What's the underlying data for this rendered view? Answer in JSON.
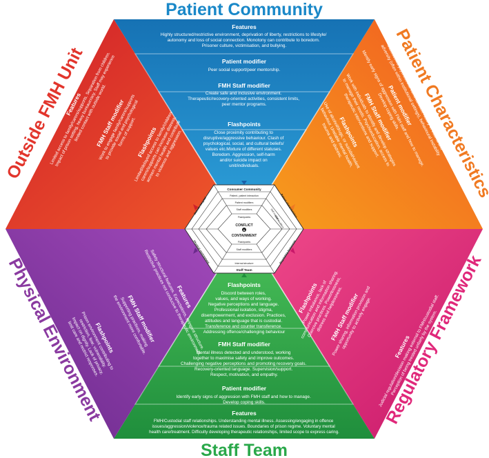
{
  "colors": {
    "blue": "#1a88c8",
    "orange": "#f07a22",
    "magenta": "#e0287a",
    "green": "#2aa84a",
    "purple": "#8a3aa0",
    "red": "#e2352c"
  },
  "titles": {
    "top": "Patient Community",
    "upper_right": "Patient Characteristics",
    "lower_right": "Regulatory Framework",
    "bottom": "Staff Team",
    "lower_left": "Physical Environment",
    "upper_left": "Outside FMH Unit"
  },
  "community": {
    "features_h": "Features",
    "features_t": [
      "Highly structured/restrictive environment, deprivation of liberty, restrictions to lifestyle/",
      "autonomy and loss of social connection. Monotony can contribute to boredom.",
      "Prisoner culture, victimisation, and bullying."
    ],
    "patient_h": "Patient modifier",
    "patient_t": [
      "Peer social support/peer mentorship."
    ],
    "staff_h": "FMH Staff modifier",
    "staff_t": [
      "Create safe and inclusive environment.",
      "Therapeutic/recovery-oriented activities, consistent limits,",
      "peer mentor programs."
    ],
    "flash_h": "Flashpoints",
    "flash_t": [
      "Close proximity contributing to",
      "disruptive/aggressive behaviour. Clash of",
      "psychological, social, and cultural beliefs/",
      "values etc.Mixture of different statuses.",
      "Boredom. Aggression, self-harm",
      "and/or suicide impact on",
      "unit/individuals."
    ]
  },
  "staffteam": {
    "flash_h": "Flashpoints",
    "flash_t": [
      "Discord between roles,",
      "values, and ways of working.",
      "Negative perceptions and language.",
      "Professional isolation, stigma,",
      "disempowerment, and exclusion. Practices,",
      "attitudes and language that is custodial.",
      "Transference and counter transference.",
      "Addressing offence/challenging behaviour"
    ],
    "staff_h": "FMH Staff modifier",
    "staff_t": [
      "Mental illness detected and understood, working",
      "together to maximise safety and improve outcomes.",
      "Challenging negative perceptions and promoting recovery goals.",
      "Recovery-oriented language. Supervision/support.",
      "Respect, motivation, and empathy."
    ],
    "patient_h": "Patient modifier",
    "patient_t": [
      "Identify early signs of aggression with FMH staff and how to manage.",
      "Develop coping skills."
    ],
    "features_h": "Features",
    "features_t": [
      "FMH/Custodial staff relationships. Understanding mental illness. Assessing/engaging in offence",
      "issues/aggression/violence/trauma related issues. Boundaries of prison regime. Voluntary mental",
      "health care/treatment. Difficulty developing therapeutic relationships, limited scope to express caring."
    ]
  },
  "characteristics": {
    "features_h": "Features",
    "features_t": [
      "Multifaceted psychosocial vulnerabilities, history of trauma and",
      "adversity (often within institutional settings), behavioural instability"
    ],
    "patient_h": "Patient modifier",
    "patient_t": [
      "Identify early signs of aggression with FMH staff and how to manage.",
      "Develop coping skills."
    ],
    "staff_h": "FMH Staff modifier",
    "staff_t": [
      "Work with individuals to identify and develop strategies",
      "to manage their needs. Psychoeducation, access to",
      "therapeutic interventions and support."
    ],
    "flash_h": "Flashpoints",
    "flash_t": [
      "Use of alcohol/drugs, or suicidal/violent",
      "behaviour. Unstable mental health,",
      "trauma and distress."
    ]
  },
  "regulatory": {
    "flash_h": "Flashpoints",
    "flash_t": [
      "Power imbalance, lack of",
      "communication and information sharing.",
      "Coercive practices. Powerlessness,",
      "distress and helplessness."
    ],
    "staff_h": "FMH Staff modifier",
    "staff_t": [
      "Power sharing, information provision and",
      "opportunity to actively engage."
    ],
    "features_h": "Features",
    "features_t": [
      "Judicial regulation/decision making external to FMH/custodial staff.",
      "Perception of being treated unfairly by the system."
    ]
  },
  "physical": {
    "flash_h": "Flashpoints",
    "flash_t": [
      "Prison environment contributing to",
      "restriction, fear, vulnerability.",
      "Impact on dignity. Lack of privacy,",
      "limit care and restrict responses."
    ],
    "staff_h": "FMH Staff modifier",
    "staff_t": [
      "Supporting practices, making",
      "the environment more comfortable."
    ],
    "features_h": "Features",
    "features_t": [
      "Safety structural features. Expectations, stringent structure.",
      "Restrictive practices not conducive to therapeutic environment."
    ]
  },
  "outside": {
    "features_h": "Features",
    "features_t": [
      "Limited access to family/carers/supports. Separation from children.",
      "Impact of prison setting, heavy bureaucracy. Staff may experience",
      "limited contact with outside world."
    ],
    "staff_h": "FMH Staff modifier",
    "staff_t": [
      "Work to engage family/carers/supports",
      "to provide social and psychological",
      "forms of support."
    ],
    "flash_h": "Flashpoints",
    "flash_t": [
      "Limited/delayed access to family/children/",
      "carers/supports can increase distress,",
      "worsen mental health and contribute",
      "to violence and aggression."
    ]
  },
  "center": {
    "community": "Consumer Community",
    "patient_patient": "Patient- patient interaction",
    "patient_mod": "Patient modifiers",
    "staff_mod": "Staff modifiers",
    "flash": "Flashpoints",
    "conflict": "CONFLICT",
    "amp": "&",
    "containment": "CONTAINMENT",
    "internal": "Internal structure",
    "staff_team": "Staff Team",
    "physical": "Physical environment",
    "outside": "Outside hospital",
    "characteristics": "Patient characteristics",
    "regulatory": "Regulatory framework",
    "self_mod": "Self modifiers",
    "staff_mod_r": "Staff modifiers"
  }
}
